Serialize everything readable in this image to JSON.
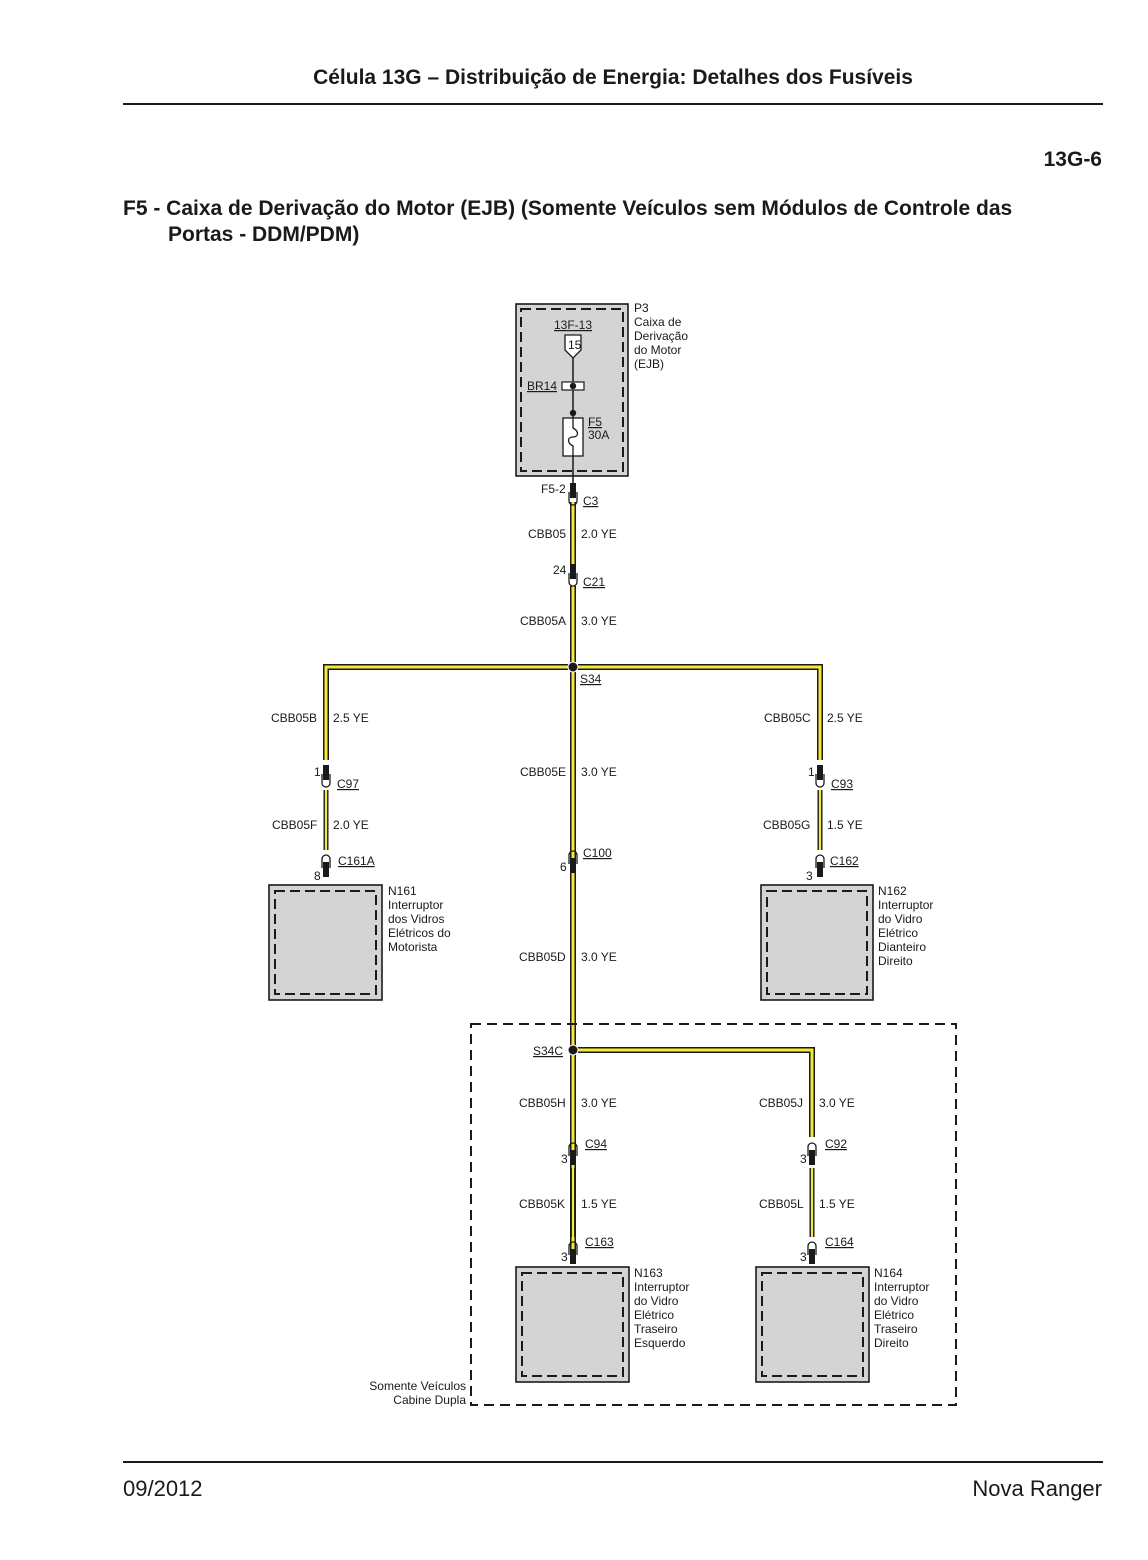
{
  "header": {
    "title": "Célula 13G – Distribuição de Energia: Detalhes dos Fusíveis",
    "page_code": "13G-6"
  },
  "section": {
    "title_line1": "F5 - Caixa de Derivação do Motor (EJB) (Somente Veículos sem Módulos de Controle das",
    "title_line2": "Portas - DDM/PDM)"
  },
  "footer": {
    "date": "09/2012",
    "model": "Nova Ranger"
  },
  "colors": {
    "wire_yellow": "#f3ea3a",
    "module_fill": "#d4d4d4",
    "line": "#1a1a1a"
  },
  "diagram": {
    "ejb": {
      "name": "P3",
      "desc_lines": [
        "Caixa de",
        "Derivação",
        "do Motor",
        "(EJB)"
      ],
      "ref": "13F-13",
      "pin": "15",
      "bus": "BR14",
      "fuse_name": "F5",
      "fuse_rating": "30A",
      "terminal": "F5-2"
    },
    "connectors": {
      "c3": "C3",
      "c21": "C21",
      "c21_pin": "24",
      "c97": "C97",
      "c97_pin": "1",
      "c93": "C93",
      "c93_pin": "1",
      "c161a": "C161A",
      "c161a_pin": "8",
      "c100": "C100",
      "c100_pin": "6",
      "c162": "C162",
      "c162_pin": "3",
      "c94": "C94",
      "c94_pin": "3",
      "c92": "C92",
      "c92_pin": "3",
      "c163": "C163",
      "c163_pin": "3",
      "c164": "C164",
      "c164_pin": "3"
    },
    "splices": {
      "s34": "S34",
      "s34c": "S34C"
    },
    "wires": {
      "cbb05": {
        "circuit": "CBB05",
        "spec": "2.0 YE"
      },
      "cbb05a": {
        "circuit": "CBB05A",
        "spec": "3.0 YE"
      },
      "cbb05b": {
        "circuit": "CBB05B",
        "spec": "2.5 YE"
      },
      "cbb05c": {
        "circuit": "CBB05C",
        "spec": "2.5 YE"
      },
      "cbb05e": {
        "circuit": "CBB05E",
        "spec": "3.0 YE"
      },
      "cbb05f": {
        "circuit": "CBB05F",
        "spec": "2.0 YE"
      },
      "cbb05g": {
        "circuit": "CBB05G",
        "spec": "1.5 YE"
      },
      "cbb05d": {
        "circuit": "CBB05D",
        "spec": "3.0 YE"
      },
      "cbb05h": {
        "circuit": "CBB05H",
        "spec": "3.0 YE"
      },
      "cbb05j": {
        "circuit": "CBB05J",
        "spec": "3.0 YE"
      },
      "cbb05k": {
        "circuit": "CBB05K",
        "spec": "1.5 YE"
      },
      "cbb05l": {
        "circuit": "CBB05L",
        "spec": "1.5 YE"
      }
    },
    "modules": {
      "n161": {
        "name": "N161",
        "desc_lines": [
          "Interruptor",
          "dos Vidros",
          "Elétricos do",
          "Motorista"
        ]
      },
      "n162": {
        "name": "N162",
        "desc_lines": [
          "Interruptor",
          "do Vidro",
          "Elétrico",
          "Dianteiro",
          "Direito"
        ]
      },
      "n163": {
        "name": "N163",
        "desc_lines": [
          "Interruptor",
          "do Vidro",
          "Elétrico",
          "Traseiro",
          "Esquerdo"
        ]
      },
      "n164": {
        "name": "N164",
        "desc_lines": [
          "Interruptor",
          "do Vidro",
          "Elétrico",
          "Traseiro",
          "Direito"
        ]
      }
    },
    "option_box": {
      "line1": "Somente Veículos",
      "line2": "Cabine Dupla"
    }
  }
}
